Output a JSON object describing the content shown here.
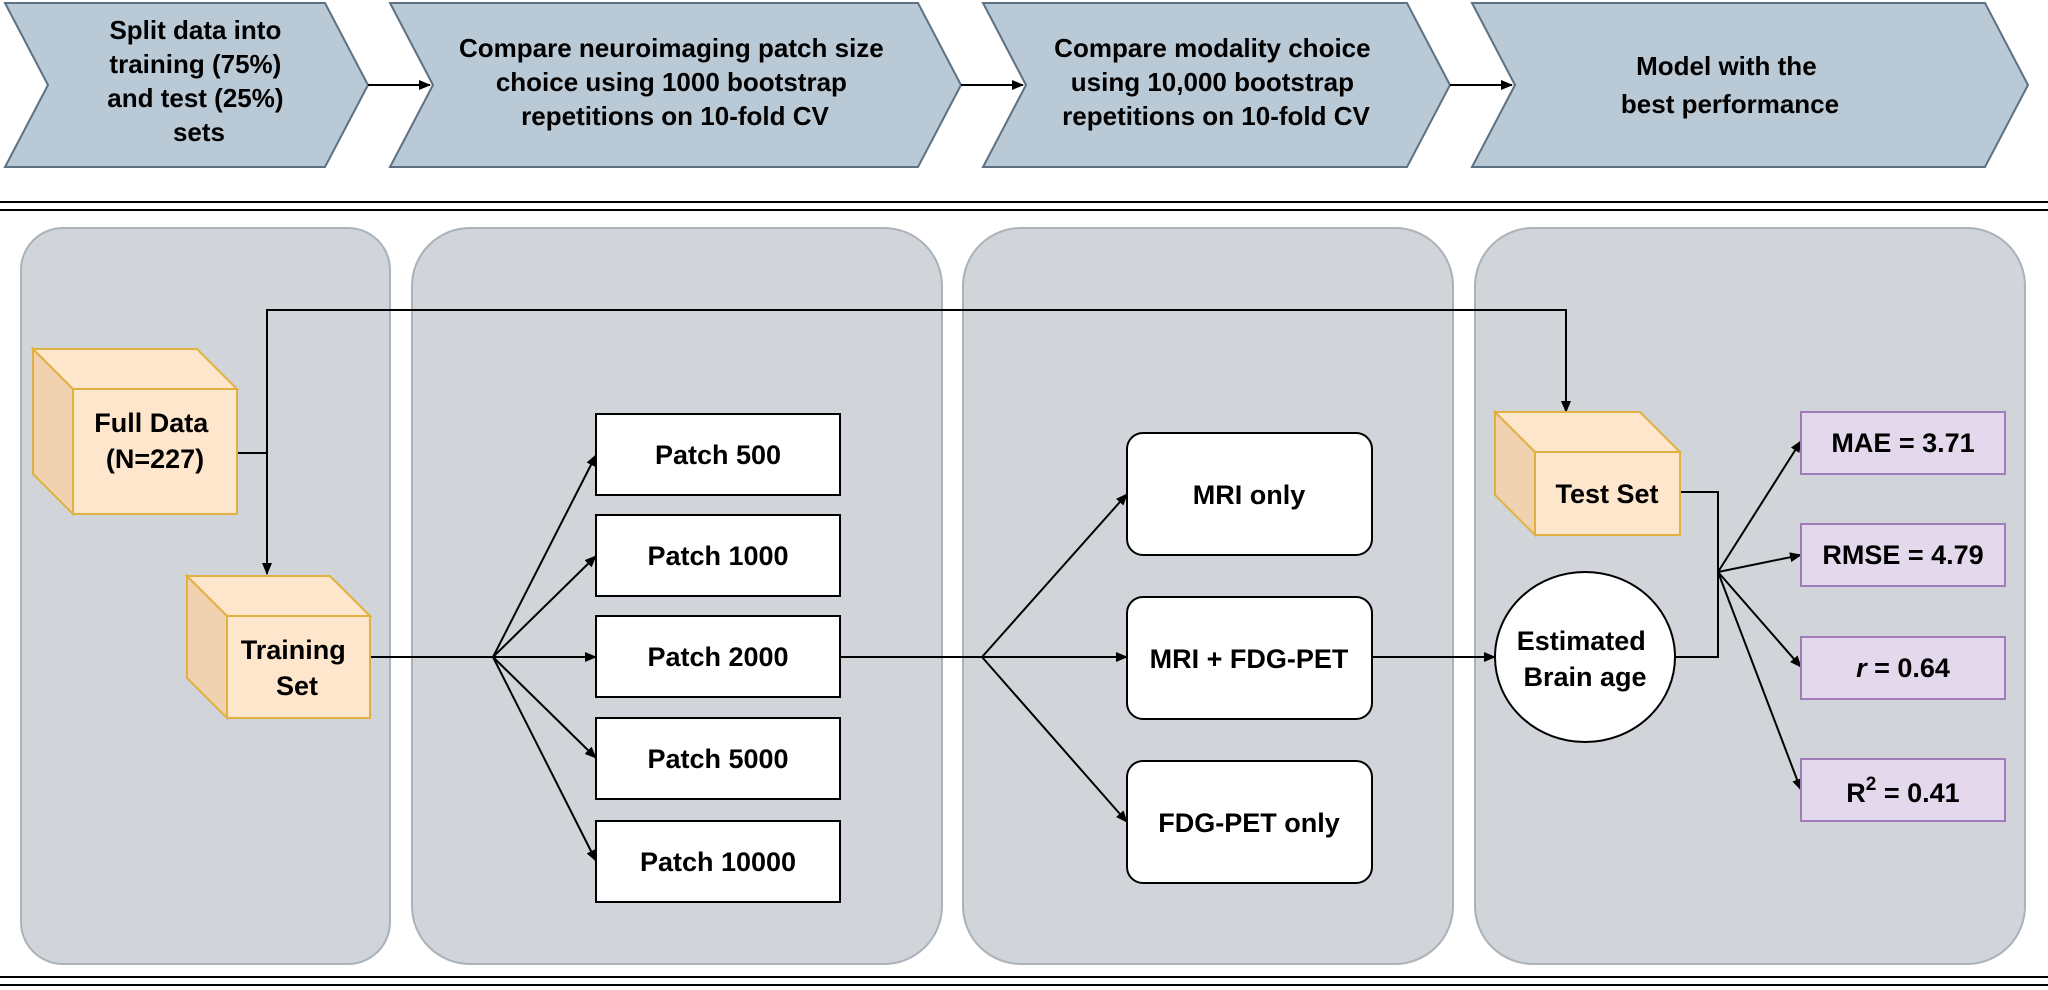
{
  "colors": {
    "chevron_fill": "#b9c9d6",
    "panel_fill": "#d1d5da",
    "cube_front": "#fde6cb",
    "cube_side": "#f0d2b1",
    "cube_stroke": "#e0b040",
    "metric_fill": "#e3d8ec",
    "metric_stroke": "#a07cba"
  },
  "steps": [
    {
      "lines": [
        "Split data into",
        "training (75%)",
        "and test (25%)",
        "sets"
      ]
    },
    {
      "lines": [
        "Compare neuroimaging patch size",
        "choice using 1000 bootstrap",
        "repetitions on 10-fold CV"
      ]
    },
    {
      "lines": [
        "Compare modality choice",
        "using 10,000 bootstrap",
        "repetitions on 10-fold CV"
      ]
    },
    {
      "lines": [
        "Model with the",
        "best performance"
      ]
    }
  ],
  "full_data": {
    "lines": [
      "Full Data",
      "(N=227)"
    ]
  },
  "training_set": {
    "lines": [
      "Training",
      "Set"
    ]
  },
  "test_set": {
    "label": "Test Set"
  },
  "patches": [
    "Patch 500",
    "Patch 1000",
    "Patch 2000",
    "Patch 5000",
    "Patch 10000"
  ],
  "modalities": [
    "MRI only",
    "MRI + FDG-PET",
    "FDG-PET only"
  ],
  "estimated": {
    "lines": [
      "Estimated",
      "Brain age"
    ]
  },
  "metrics": {
    "mae": "MAE = 3.71",
    "rmse": "RMSE = 4.79",
    "r_symbol": "r",
    "r_value": " = 0.64",
    "r2_base": "R",
    "r2_exp": "2",
    "r2_value": " = 0.41"
  }
}
